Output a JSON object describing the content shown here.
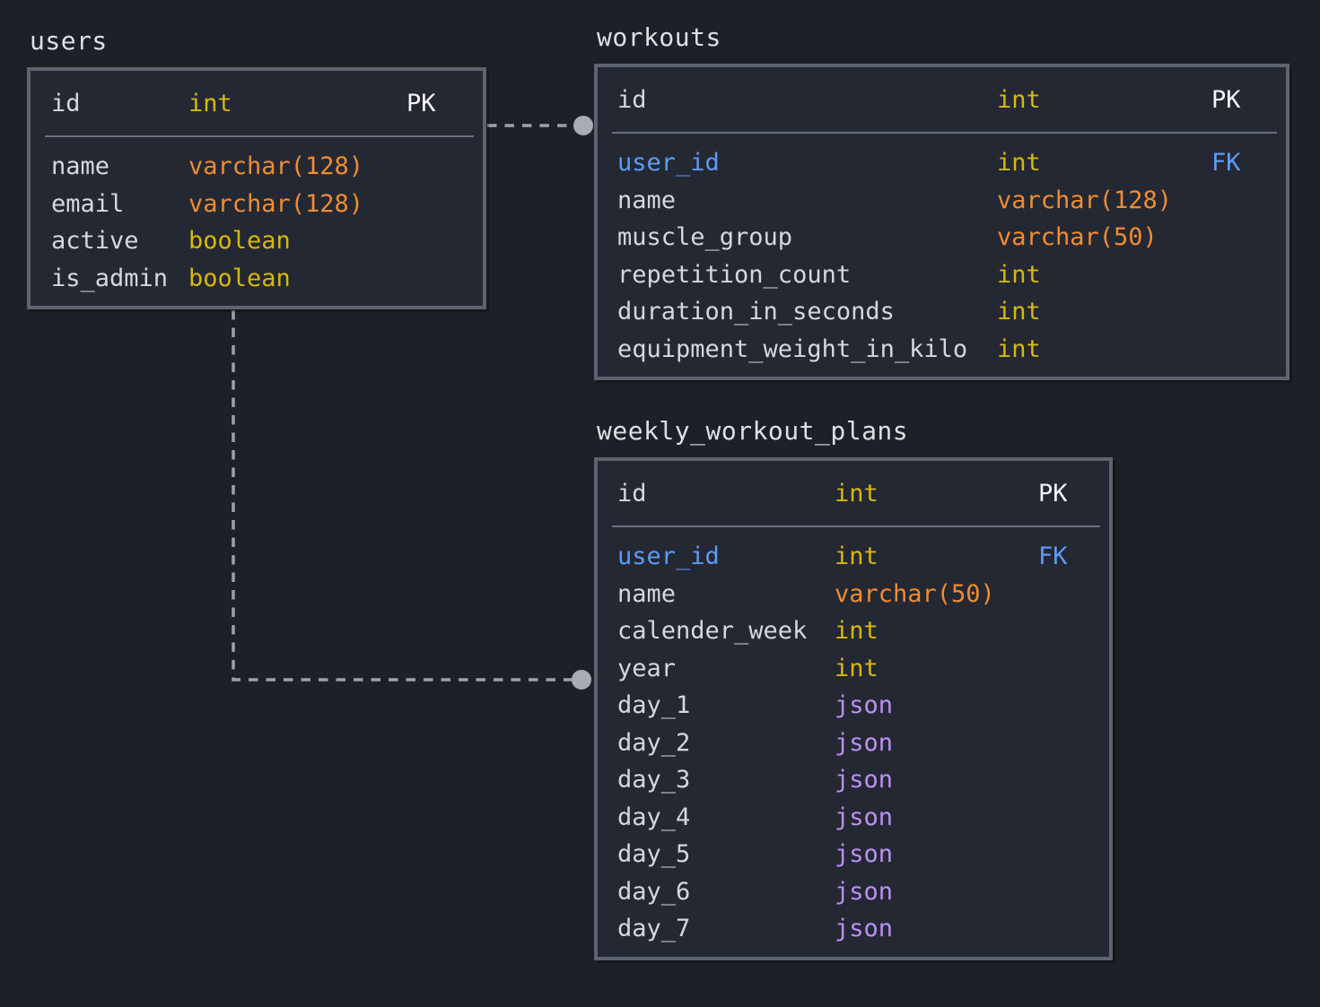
{
  "palette": {
    "page_bg": "#1d2026",
    "table_bg": "#242833",
    "table_border": "#5d6370",
    "divider": "#697080",
    "title_text": "#dde0e4",
    "field_text": "#d5d8db",
    "pk_text": "#f3f4f6",
    "type_int": "#d6b80f",
    "type_varchar": "#f18c33",
    "type_json": "#bb91f4",
    "fk_blue": "#5d9bf7",
    "connector": "#9ba1aa",
    "connector_dot": "#a8adb5"
  },
  "tables": [
    {
      "id": "users",
      "title": "users",
      "fields": [
        {
          "name": "id",
          "type": "int",
          "key": "PK"
        },
        {
          "name": "name",
          "type": "varchar(128)",
          "key": ""
        },
        {
          "name": "email",
          "type": "varchar(128)",
          "key": ""
        },
        {
          "name": "active",
          "type": "boolean",
          "key": ""
        },
        {
          "name": "is_admin",
          "type": "boolean",
          "key": ""
        }
      ]
    },
    {
      "id": "workouts",
      "title": "workouts",
      "fields": [
        {
          "name": "id",
          "type": "int",
          "key": "PK"
        },
        {
          "name": "user_id",
          "type": "int",
          "key": "FK",
          "fk": true
        },
        {
          "name": "name",
          "type": "varchar(128)",
          "key": ""
        },
        {
          "name": "muscle_group",
          "type": "varchar(50)",
          "key": ""
        },
        {
          "name": "repetition_count",
          "type": "int",
          "key": ""
        },
        {
          "name": "duration_in_seconds",
          "type": "int",
          "key": ""
        },
        {
          "name": "equipment_weight_in_kilo",
          "type": "int",
          "key": ""
        }
      ]
    },
    {
      "id": "weekly_workout_plans",
      "title": "weekly_workout_plans",
      "fields": [
        {
          "name": "id",
          "type": "int",
          "key": "PK"
        },
        {
          "name": "user_id",
          "type": "int",
          "key": "FK",
          "fk": true
        },
        {
          "name": "name",
          "type": "varchar(50)",
          "key": ""
        },
        {
          "name": "calender_week",
          "type": "int",
          "key": ""
        },
        {
          "name": "year",
          "type": "int",
          "key": ""
        },
        {
          "name": "day_1",
          "type": "json",
          "key": ""
        },
        {
          "name": "day_2",
          "type": "json",
          "key": ""
        },
        {
          "name": "day_3",
          "type": "json",
          "key": ""
        },
        {
          "name": "day_4",
          "type": "json",
          "key": ""
        },
        {
          "name": "day_5",
          "type": "json",
          "key": ""
        },
        {
          "name": "day_6",
          "type": "json",
          "key": ""
        },
        {
          "name": "day_7",
          "type": "json",
          "key": ""
        }
      ]
    }
  ],
  "relationships": [
    {
      "from_table": "users",
      "from_field": "id",
      "to_table": "workouts",
      "to_field": "user_id"
    },
    {
      "from_table": "users",
      "from_field": "id",
      "to_table": "weekly_workout_plans",
      "to_field": "user_id"
    }
  ]
}
